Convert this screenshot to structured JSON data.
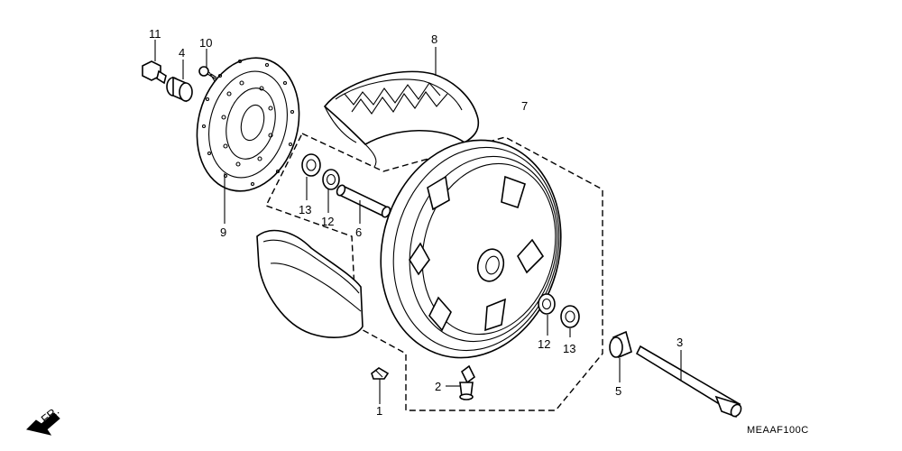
{
  "diagram": {
    "labels": {
      "p1": "1",
      "p2": "2",
      "p3": "3",
      "p4": "4",
      "p5": "5",
      "p6": "6",
      "p7": "7",
      "p8": "8",
      "p9": "9",
      "p10": "10",
      "p11": "11",
      "p12a": "12",
      "p12b": "12",
      "p13a": "13",
      "p13b": "13"
    },
    "direction_label": "FR.",
    "diagram_code": "MEAAF100C"
  }
}
